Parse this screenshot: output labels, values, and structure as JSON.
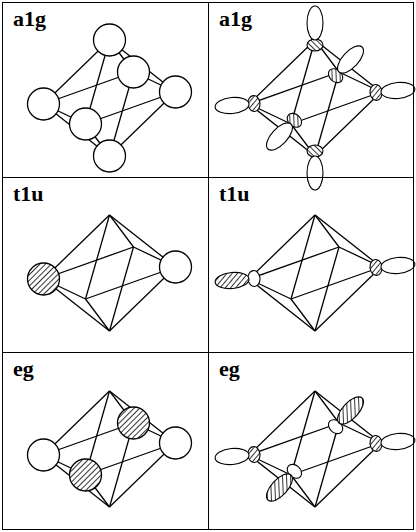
{
  "diagram": {
    "nodes": [
      {
        "text": [
          "a1g"
        ]
      },
      {
        "text": [
          "a1g"
        ]
      },
      {
        "text": [
          "t1u"
        ]
      },
      {
        "text": [
          "t1u"
        ]
      },
      {
        "text": [
          "eg"
        ]
      },
      {
        "text": [
          "eg"
        ]
      }
    ]
  }
}
